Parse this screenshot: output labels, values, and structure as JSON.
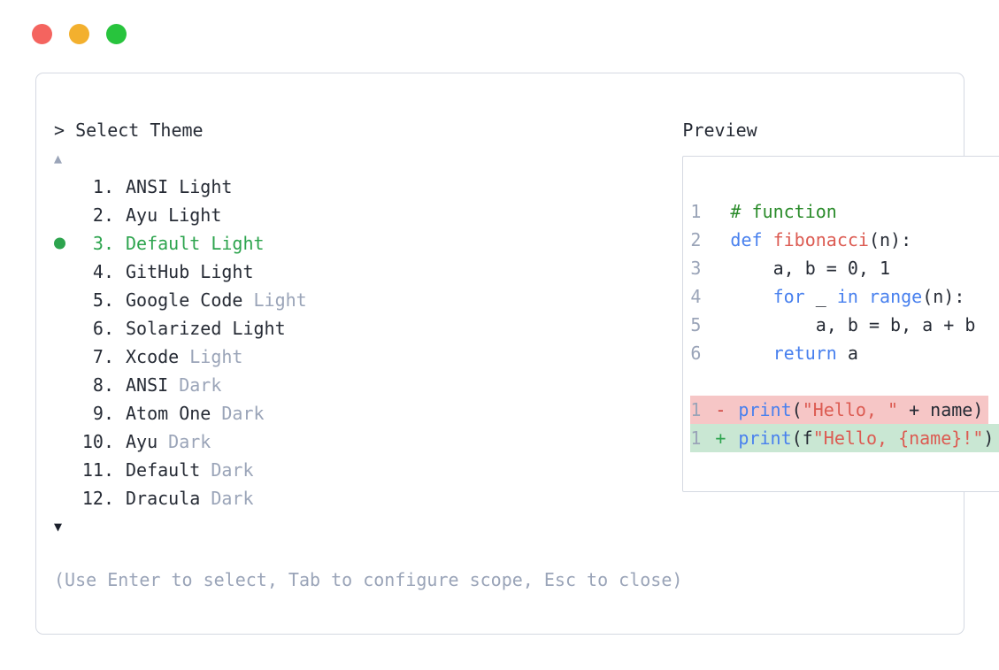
{
  "window": {
    "traffic_lights": [
      {
        "name": "close",
        "color": "#f4645f"
      },
      {
        "name": "minimize",
        "color": "#f3b02e"
      },
      {
        "name": "zoom",
        "color": "#28c43d"
      }
    ]
  },
  "select_panel": {
    "prompt": "> Select Theme",
    "scroll_up_icon": "▲",
    "scroll_down_icon": "▼",
    "items": [
      {
        "num": "1.",
        "main": "ANSI Light",
        "muted": "",
        "selected": false
      },
      {
        "num": "2.",
        "main": "Ayu Light",
        "muted": "",
        "selected": false
      },
      {
        "num": "3.",
        "main": "Default Light",
        "muted": "",
        "selected": true
      },
      {
        "num": "4.",
        "main": "GitHub Light",
        "muted": "",
        "selected": false
      },
      {
        "num": "5.",
        "main": "Google Code",
        "muted": "Light",
        "selected": false
      },
      {
        "num": "6.",
        "main": "Solarized Light",
        "muted": "",
        "selected": false
      },
      {
        "num": "7.",
        "main": "Xcode",
        "muted": "Light",
        "selected": false
      },
      {
        "num": "8.",
        "main": "ANSI",
        "muted": "Dark",
        "selected": false
      },
      {
        "num": "9.",
        "main": "Atom One",
        "muted": "Dark",
        "selected": false
      },
      {
        "num": "10.",
        "main": "Ayu",
        "muted": "Dark",
        "selected": false
      },
      {
        "num": "11.",
        "main": "Default",
        "muted": "Dark",
        "selected": false
      },
      {
        "num": "12.",
        "main": "Dracula",
        "muted": "Dark",
        "selected": false
      }
    ],
    "help_text": "(Use Enter to select, Tab to configure scope, Esc to close)"
  },
  "preview": {
    "title": "Preview",
    "code_lines": [
      {
        "num": "1",
        "tokens": [
          {
            "t": "# function",
            "c": "comment"
          }
        ]
      },
      {
        "num": "2",
        "tokens": [
          {
            "t": "def",
            "c": "keyword"
          },
          {
            "t": " ",
            "c": "plain"
          },
          {
            "t": "fibonacci",
            "c": "func"
          },
          {
            "t": "(n):",
            "c": "plain"
          }
        ]
      },
      {
        "num": "3",
        "tokens": [
          {
            "t": "    a, b = 0, 1",
            "c": "plain"
          }
        ]
      },
      {
        "num": "4",
        "tokens": [
          {
            "t": "    ",
            "c": "plain"
          },
          {
            "t": "for",
            "c": "keyword"
          },
          {
            "t": " _ ",
            "c": "plain"
          },
          {
            "t": "in",
            "c": "keyword"
          },
          {
            "t": " ",
            "c": "plain"
          },
          {
            "t": "range",
            "c": "keyword"
          },
          {
            "t": "(n):",
            "c": "plain"
          }
        ]
      },
      {
        "num": "5",
        "tokens": [
          {
            "t": "        a, b = b, a + b",
            "c": "plain"
          }
        ]
      },
      {
        "num": "6",
        "tokens": [
          {
            "t": "    ",
            "c": "plain"
          },
          {
            "t": "return",
            "c": "keyword"
          },
          {
            "t": " a",
            "c": "plain"
          }
        ]
      }
    ],
    "diff_lines": [
      {
        "num": "1",
        "sign": "-",
        "kind": "removed",
        "tokens": [
          {
            "t": "print",
            "c": "keyword"
          },
          {
            "t": "(",
            "c": "plain"
          },
          {
            "t": "\"Hello, \"",
            "c": "string"
          },
          {
            "t": " + name)",
            "c": "plain"
          }
        ]
      },
      {
        "num": "1",
        "sign": "+",
        "kind": "added",
        "tokens": [
          {
            "t": "print",
            "c": "keyword"
          },
          {
            "t": "(f",
            "c": "plain"
          },
          {
            "t": "\"Hello, {name}!\"",
            "c": "string"
          },
          {
            "t": ")",
            "c": "plain"
          }
        ]
      }
    ]
  },
  "colors": {
    "text": "#262b35",
    "muted": "#9aa4b8",
    "accent_green": "#2da44e",
    "border": "#d5d9e2",
    "code_keyword_blue": "#4880ee",
    "code_comment_green": "#2a8b2a",
    "code_function_red": "#dc5b52",
    "code_string_red": "#dc5b52",
    "diff_removed_bg": "#f6c6c6",
    "diff_added_bg": "#c9e7d3",
    "diff_minus": "#d0453f",
    "diff_plus": "#2da44e"
  }
}
